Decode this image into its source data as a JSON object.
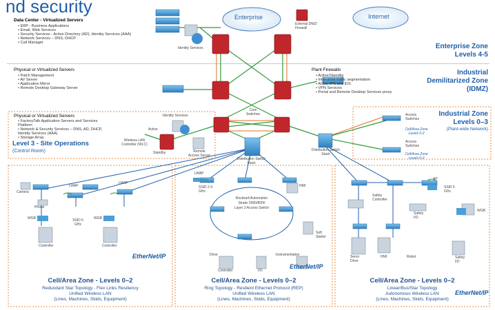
{
  "header": {
    "title_fragment": "nd security"
  },
  "enterprise": {
    "cloud_enterprise": "Enterprise",
    "cloud_internet": "Internet",
    "dc_header": "Data Center - Virtualized Servers",
    "dc_items": [
      "ERP - Business Applications",
      "Email, Web Services",
      "Security Services - Active Directory (AD), Identity Services (AAA)",
      "Network Services – DNS, DHCP",
      "Call Manager"
    ],
    "identity_services": "Identity Services",
    "external_dmz": "External DMZ/ Firewall",
    "zone_title": "Enterprise Zone",
    "zone_levels": "Levels 4-5"
  },
  "idmz": {
    "servers_header": "Physical or Virtualized Servers",
    "servers_items": [
      "Patch Management",
      "AV Server",
      "Application Mirror",
      "Remote Desktop Gateway Server"
    ],
    "firewalls_header": "Plant Firewalls",
    "firewalls_items": [
      "Active/Standby",
      "Inter-zone traffic segmentation",
      "ACLs, IPS and IDS",
      "VPN Services",
      "Portal and Remote Desktop Services proxy"
    ],
    "zone_title_1": "Industrial",
    "zone_title_2": "Demilitarized Zone",
    "zone_title_3": "(IDMZ)"
  },
  "site_ops": {
    "servers_header": "Physical or Virtualized Servers",
    "servers_items": [
      "FactoryTalk Application Servers and Services Platform",
      "Network & Security Services – DNS, AD, DHCP, Identity Services (AAA)",
      "Storage Array"
    ],
    "identity_services": "Identity Services",
    "active": "Active",
    "standby": "Standby",
    "wlc": "Wireless LAN Controller (WLC)",
    "remote_access": "Remote Access Server",
    "level_title": "Level 3 - Site Operations",
    "level_sub": "(Control Room)",
    "core_switches": "Core Switches",
    "dist_stack_1": "Distribution Switch Stack",
    "dist_stack_2": "Distribution Switch Stack"
  },
  "industrial_zone": {
    "title": "Industrial Zone",
    "levels": "Levels 0–3",
    "sub": "(Plant-wide Network)",
    "access_switches_1": "Access Switches",
    "access_switches_2": "Access Switches",
    "cell_zone_1": "Cell/Area Zone Levels 0-2",
    "cell_zone_2": "Cell/Area Zone Levels 0-2"
  },
  "cell1": {
    "camera": "Camera",
    "phone": "Phone",
    "lwap_1": "LWAP",
    "lwap_2": "LWAP",
    "wgb_1": "WGB",
    "wgb_2": "WGB",
    "ssid": "SSID 5 GHz",
    "controller_1": "Controller",
    "controller_2": "Controller",
    "ethernetip": "EtherNet/IP",
    "title": "Cell/Area Zone - Levels 0–2",
    "sub1": "Redundant Star Topology - Flex Links Resiliency",
    "sub2": "Unified Wireless LAN",
    "sub3": "(Lines, Machines, Skids, Equipment)"
  },
  "cell2": {
    "lwap": "LWAP",
    "ssid": "SSID 2.4 GHz",
    "ring_text_1": "Rockwell Automation",
    "ring_text_2": "Stratix 5000/8000",
    "ring_text_3": "Layer 2 Access Switch",
    "hmi": "HMI",
    "drive": "Drive",
    "controller": "Controller",
    "io": "I/O",
    "instrumentation": "Instrumentation",
    "soft_starter": "Soft Starter",
    "ethernetip": "EtherNet/IP",
    "title": "Cell/Area Zone - Levels 0–2",
    "sub1": "Ring Topology - Resilient Ethernet Protocol (REP)",
    "sub2": "Unified Wireless LAN",
    "sub3": "(Lines, Machines, Skids, Equipment)"
  },
  "cell3": {
    "safety_controller": "Safety Controller",
    "ap": "AP",
    "ssid": "SSID 5 GHz",
    "wgb": "WGB",
    "safety_io_1": "Safety I/O",
    "safety_io_2": "Safety I/O",
    "servo_drive": "Servo Drive",
    "hmi": "HMI",
    "robot": "Robot",
    "title": "Cell/Area Zone - Levels 0–2",
    "sub1": "Linear/Bus/Star Topology",
    "sub2": "Autonomous Wireless LAN",
    "sub3": "(Lines, Machines, Skids, Equipment)",
    "ethernetip": "EtherNet/IP"
  },
  "colors": {
    "zone_blue": "#1f5fa8",
    "link_green": "#2e9a3a",
    "link_orange": "#e07020",
    "device_blue": "#4a9fd8",
    "firewall_red": "#c0272d"
  }
}
